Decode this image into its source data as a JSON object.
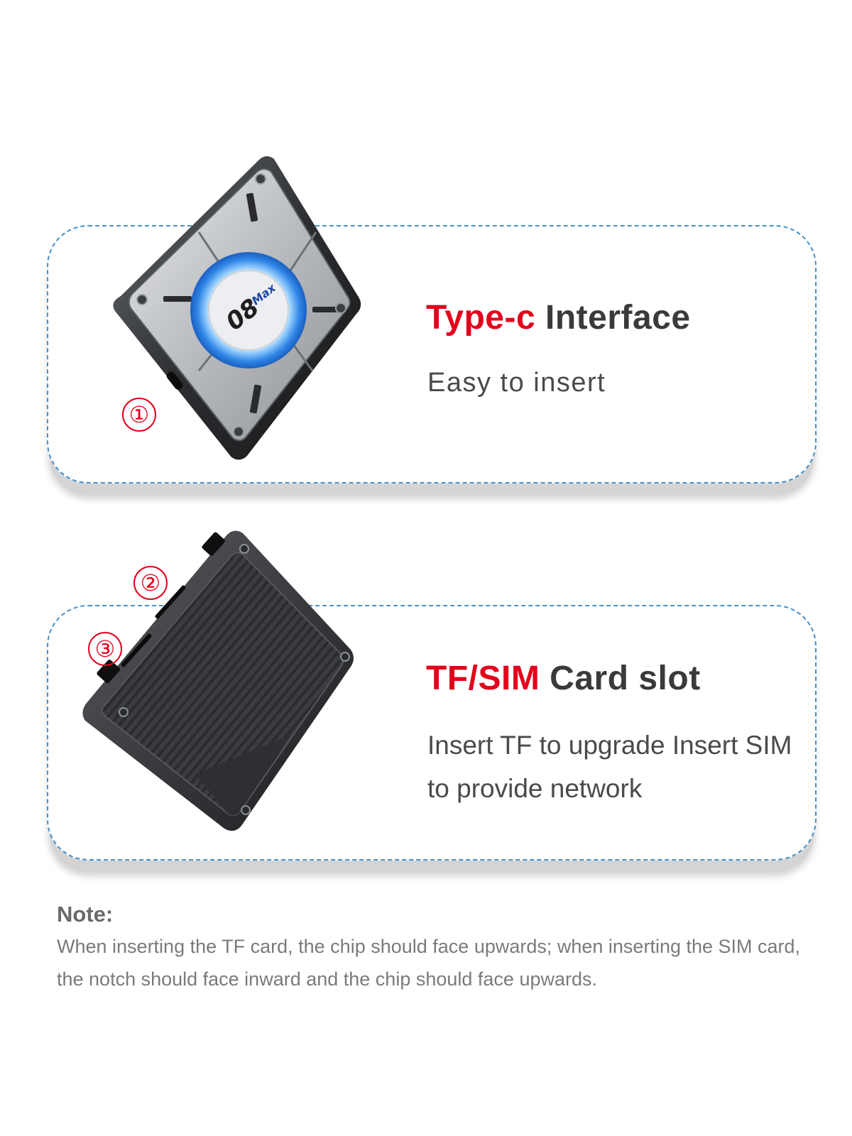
{
  "features": [
    {
      "title_accent": "Type-c",
      "title_rest": "Interface",
      "subtitle": "Easy to insert",
      "markers": [
        "①"
      ]
    },
    {
      "title_accent": "TF/SIM",
      "title_rest": "Card slot",
      "subtitle": "Insert TF to upgrade Insert SIM to provide network",
      "markers": [
        "②",
        "③"
      ]
    }
  ],
  "device_logo": {
    "main": "08",
    "sub": "Max"
  },
  "note": {
    "label": "Note:",
    "text": "When inserting the TF card, the chip should face upwards; when inserting the SIM card, the notch should face inward and the chip should face upwards."
  },
  "colors": {
    "accent": "#e3001b",
    "card_border": "#4a90c8",
    "text": "#3a3a3a"
  }
}
